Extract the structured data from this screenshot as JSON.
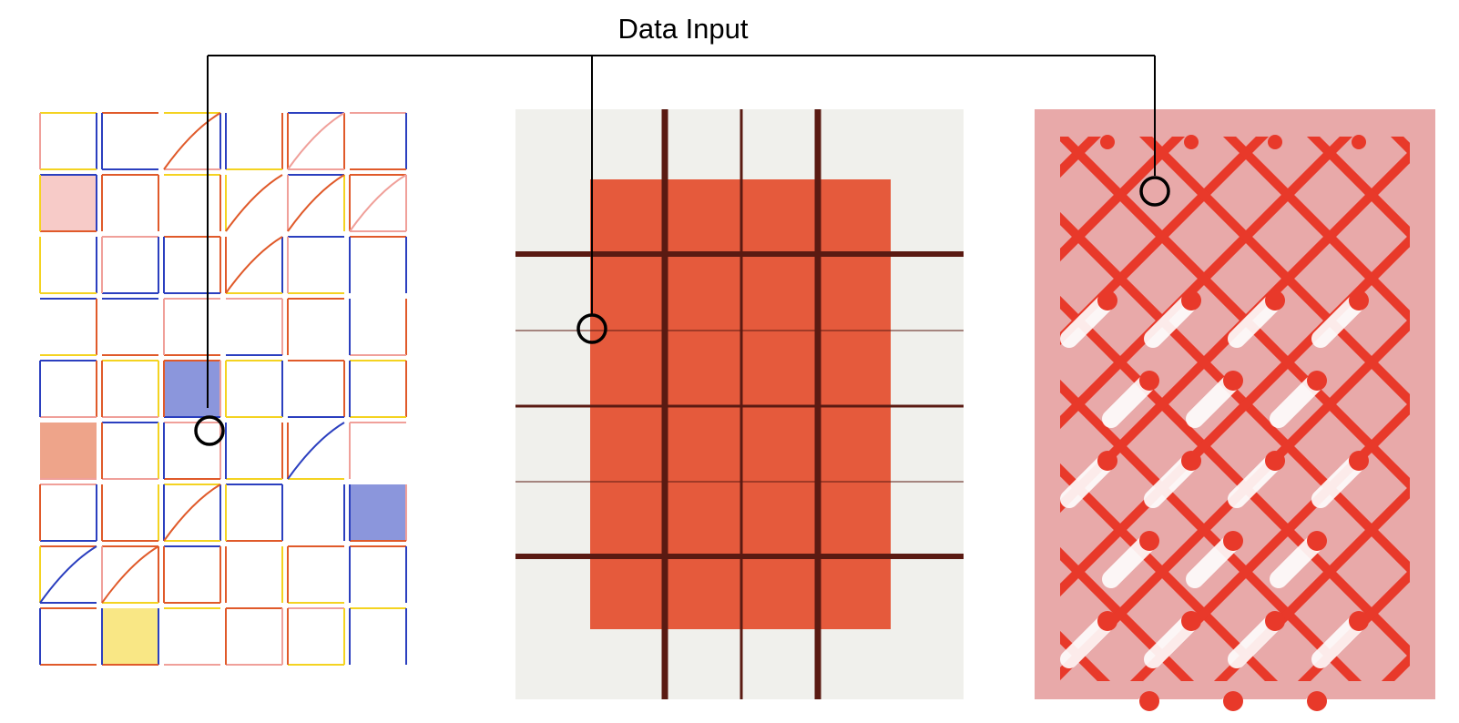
{
  "diagram": {
    "title": "Data Input",
    "connector_color": "#000000",
    "panels": [
      {
        "name": "hand-drawn-grid",
        "background": "#ffffff",
        "ink_colors": [
          "#2b3fbf",
          "#e05a2a",
          "#f4d321",
          "#f0a09a"
        ]
      },
      {
        "name": "red-rectangle-grid",
        "background": "#f0f0ec",
        "fill_color": "#e55a3c",
        "line_color": "#5a1a12"
      },
      {
        "name": "diagonal-lattice",
        "background": "#e8a9a9",
        "lattice_color": "#e8392a",
        "highlight_color": "#ffffff"
      }
    ]
  }
}
